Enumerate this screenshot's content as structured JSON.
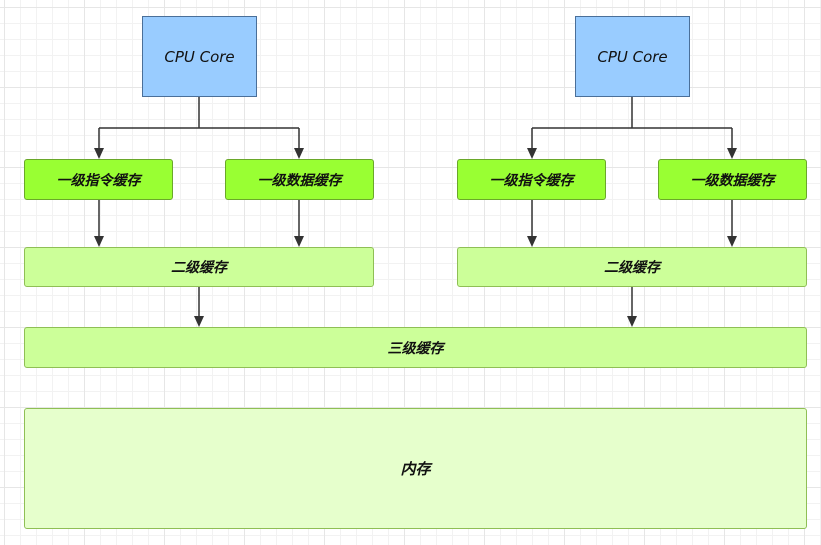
{
  "diagram": {
    "cores": [
      {
        "cpu_label": "CPU Core",
        "l1i_label": "一级指令缓存",
        "l1d_label": "一级数据缓存",
        "l2_label": "二级缓存"
      },
      {
        "cpu_label": "CPU Core",
        "l1i_label": "一级指令缓存",
        "l1d_label": "一级数据缓存",
        "l2_label": "二级缓存"
      }
    ],
    "l3_label": "三级缓存",
    "memory_label": "内存"
  },
  "colors": {
    "cpu_fill": "#99ccff",
    "l1_fill": "#99ff33",
    "l2_fill": "#ccff99",
    "l3_fill": "#ccff99",
    "memory_fill": "#e6ffcc",
    "connector": "#333333"
  }
}
